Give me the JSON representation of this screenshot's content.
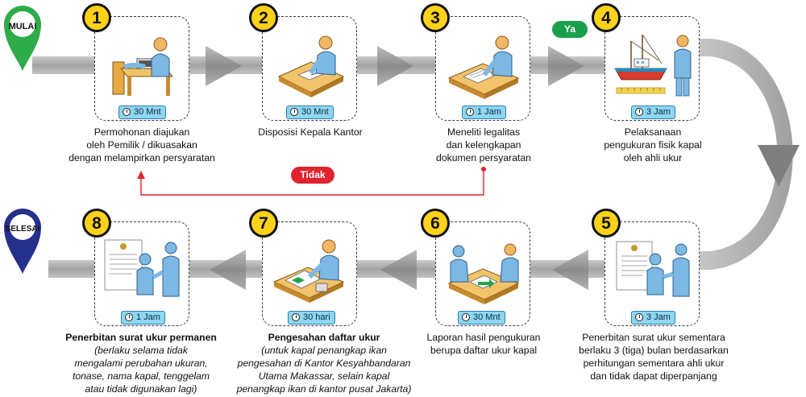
{
  "start_label": "MULAI",
  "end_label": "SELESAI",
  "branch": {
    "yes": "Ya",
    "no": "Tidak"
  },
  "steps": [
    {
      "number": "1",
      "duration": "30 Mnt",
      "caption": [
        "Permohonan diajukan",
        "oleh Pemilik / dikuasakan",
        "dengan melampirkan persyaratan"
      ]
    },
    {
      "number": "2",
      "duration": "30 Mnt",
      "caption": [
        "Disposisi Kepala Kantor"
      ]
    },
    {
      "number": "3",
      "duration": "1 Jam",
      "caption": [
        "Meneliti legalitas",
        "dan kelengkapan",
        "dokumen persyaratan"
      ]
    },
    {
      "number": "4",
      "duration": "3 Jam",
      "caption": [
        "Pelaksanaan",
        "pengukuran fisik kapal",
        "oleh ahli ukur"
      ]
    },
    {
      "number": "5",
      "duration": "3 Jam",
      "caption": [
        "Penerbitan surat ukur sementara",
        "berlaku 3 (tiga) bulan berdasarkan",
        "perhitungan sementara ahli ukur",
        "dan tidak dapat diperpanjang"
      ]
    },
    {
      "number": "6",
      "duration": "30 Mnt",
      "caption": [
        "Laporan hasil pengukuran",
        "berupa daftar ukur kapal"
      ]
    },
    {
      "number": "7",
      "duration": "30 hari",
      "title": "Pengesahan daftar ukur",
      "caption": [
        "(untuk kapal penangkap ikan",
        "pengesahan di Kantor Kesyahbandaran",
        "Utama Makassar, selain kapal",
        "penangkap ikan di kantor pusat Jakarta)"
      ]
    },
    {
      "number": "8",
      "duration": "1 Jam",
      "title": "Penerbitan surat ukur permanen",
      "caption": [
        "(berlaku selama tidak",
        "mengalami perubahan ukuran,",
        "tonase, nama kapal, tenggelam",
        "atau tidak digunakan lagi)"
      ]
    }
  ],
  "colors": {
    "start_pin": "#2eac4a",
    "end_pin": "#26318c",
    "yes_pill": "#1aa04c",
    "no_pill": "#e0232f",
    "number_circle": "#ffd21a",
    "badge": "#8fd6f0",
    "arrow": "#a8a8a8"
  }
}
